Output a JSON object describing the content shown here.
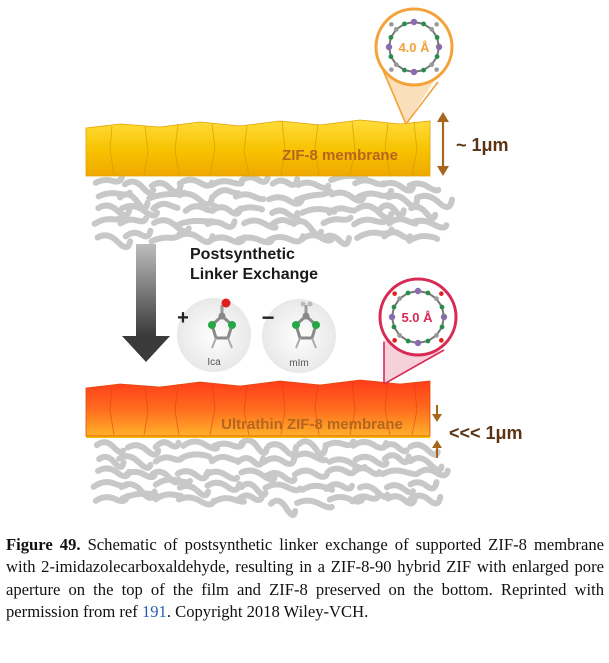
{
  "figure": {
    "top_panel": {
      "membrane_label": "ZIF-8 membrane",
      "pore_label": "4.0 Å",
      "thickness_label": "~ 1μm"
    },
    "process": {
      "title_line1": "Postsynthetic",
      "title_line2": "Linker Exchange",
      "add_sign": "+",
      "remove_sign": "−",
      "added_linker": "Ica",
      "removed_linker": "mIm"
    },
    "bottom_panel": {
      "membrane_label": "Ultrathin ZIF-8 membrane",
      "pore_label": "5.0 Å",
      "thickness_label": "<<< 1μm"
    },
    "colors": {
      "zif8_layer": "#f7c200",
      "ultrathin_layer": "#ff5a1f",
      "pore_small_ring": "#f4a23a",
      "pore_large_ring": "#d82a55",
      "thickness_arrow": "#a8661c",
      "substrate": "#c8c8c8"
    }
  },
  "caption": {
    "label": "Figure 49.",
    "text": " Schematic of postsynthetic linker exchange of supported ZIF-8 membrane with 2-imidazolecarboxaldehyde, resulting in a ZIF-8-90 hybrid ZIF with enlarged pore aperture on the top of the film and ZIF-8 preserved on the bottom. Reprinted with permission from ref ",
    "ref_number": "191",
    "text_end": ". Copyright 2018 Wiley-VCH."
  }
}
